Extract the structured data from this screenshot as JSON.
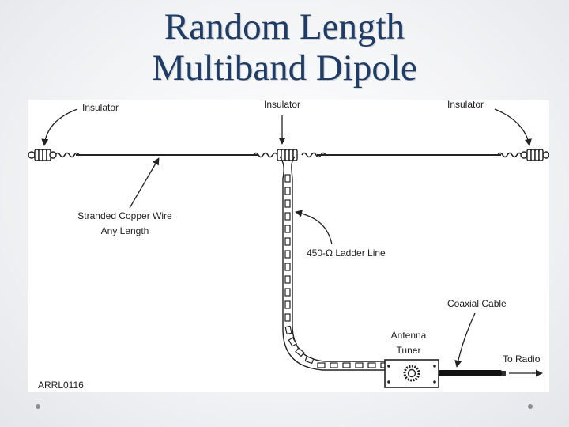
{
  "slide": {
    "title_line1": "Random Length",
    "title_line2": "Multiband Dipole"
  },
  "figure": {
    "labels": {
      "insulator_left": "Insulator",
      "insulator_center": "Insulator",
      "insulator_right": "Insulator",
      "wire_line1": "Stranded Copper Wire",
      "wire_line2": "Any Length",
      "ladder_line": "450-Ω Ladder Line",
      "coax": "Coaxial Cable",
      "tuner_line1": "Antenna",
      "tuner_line2": "Tuner",
      "to_radio": "To Radio",
      "figure_id": "ARRL0116"
    }
  },
  "colors": {
    "title": "#1f3c66",
    "line": "#222222",
    "figure_bg": "#ffffff"
  }
}
